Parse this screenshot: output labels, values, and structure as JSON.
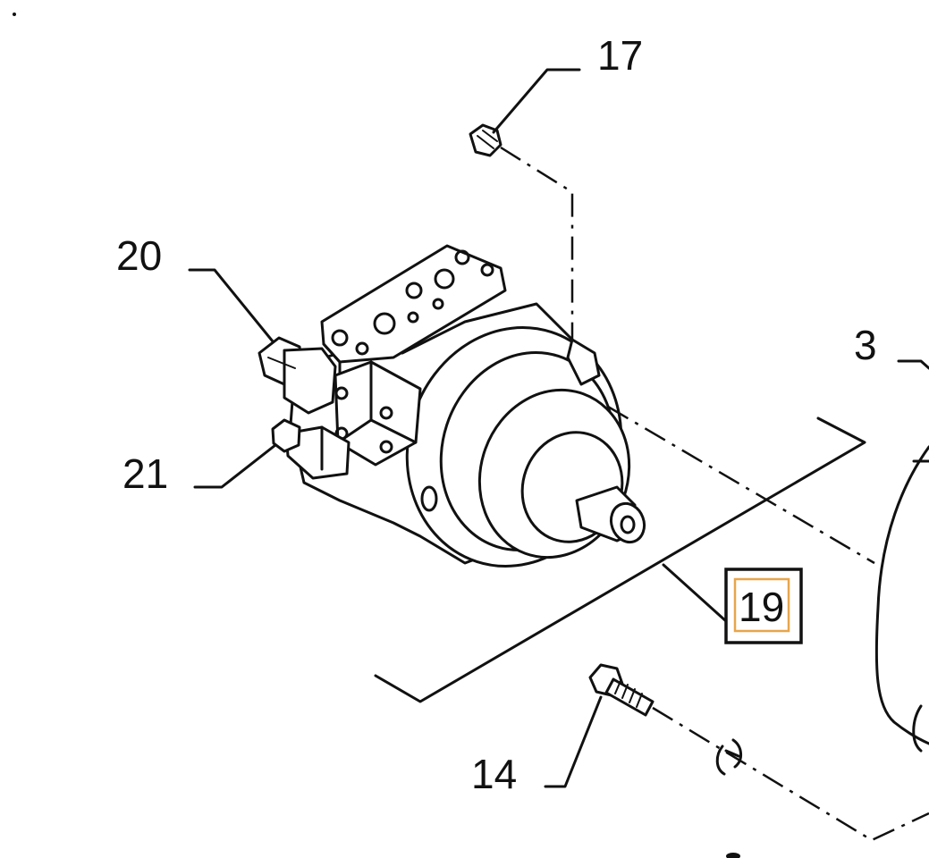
{
  "callouts": {
    "c17": "17",
    "c20": "20",
    "c21": "21",
    "c3": "3",
    "c19": "19",
    "c14": "14"
  },
  "highlighted_callout": "19",
  "highlight_color": "#e8a54b",
  "line_color": "#111111"
}
